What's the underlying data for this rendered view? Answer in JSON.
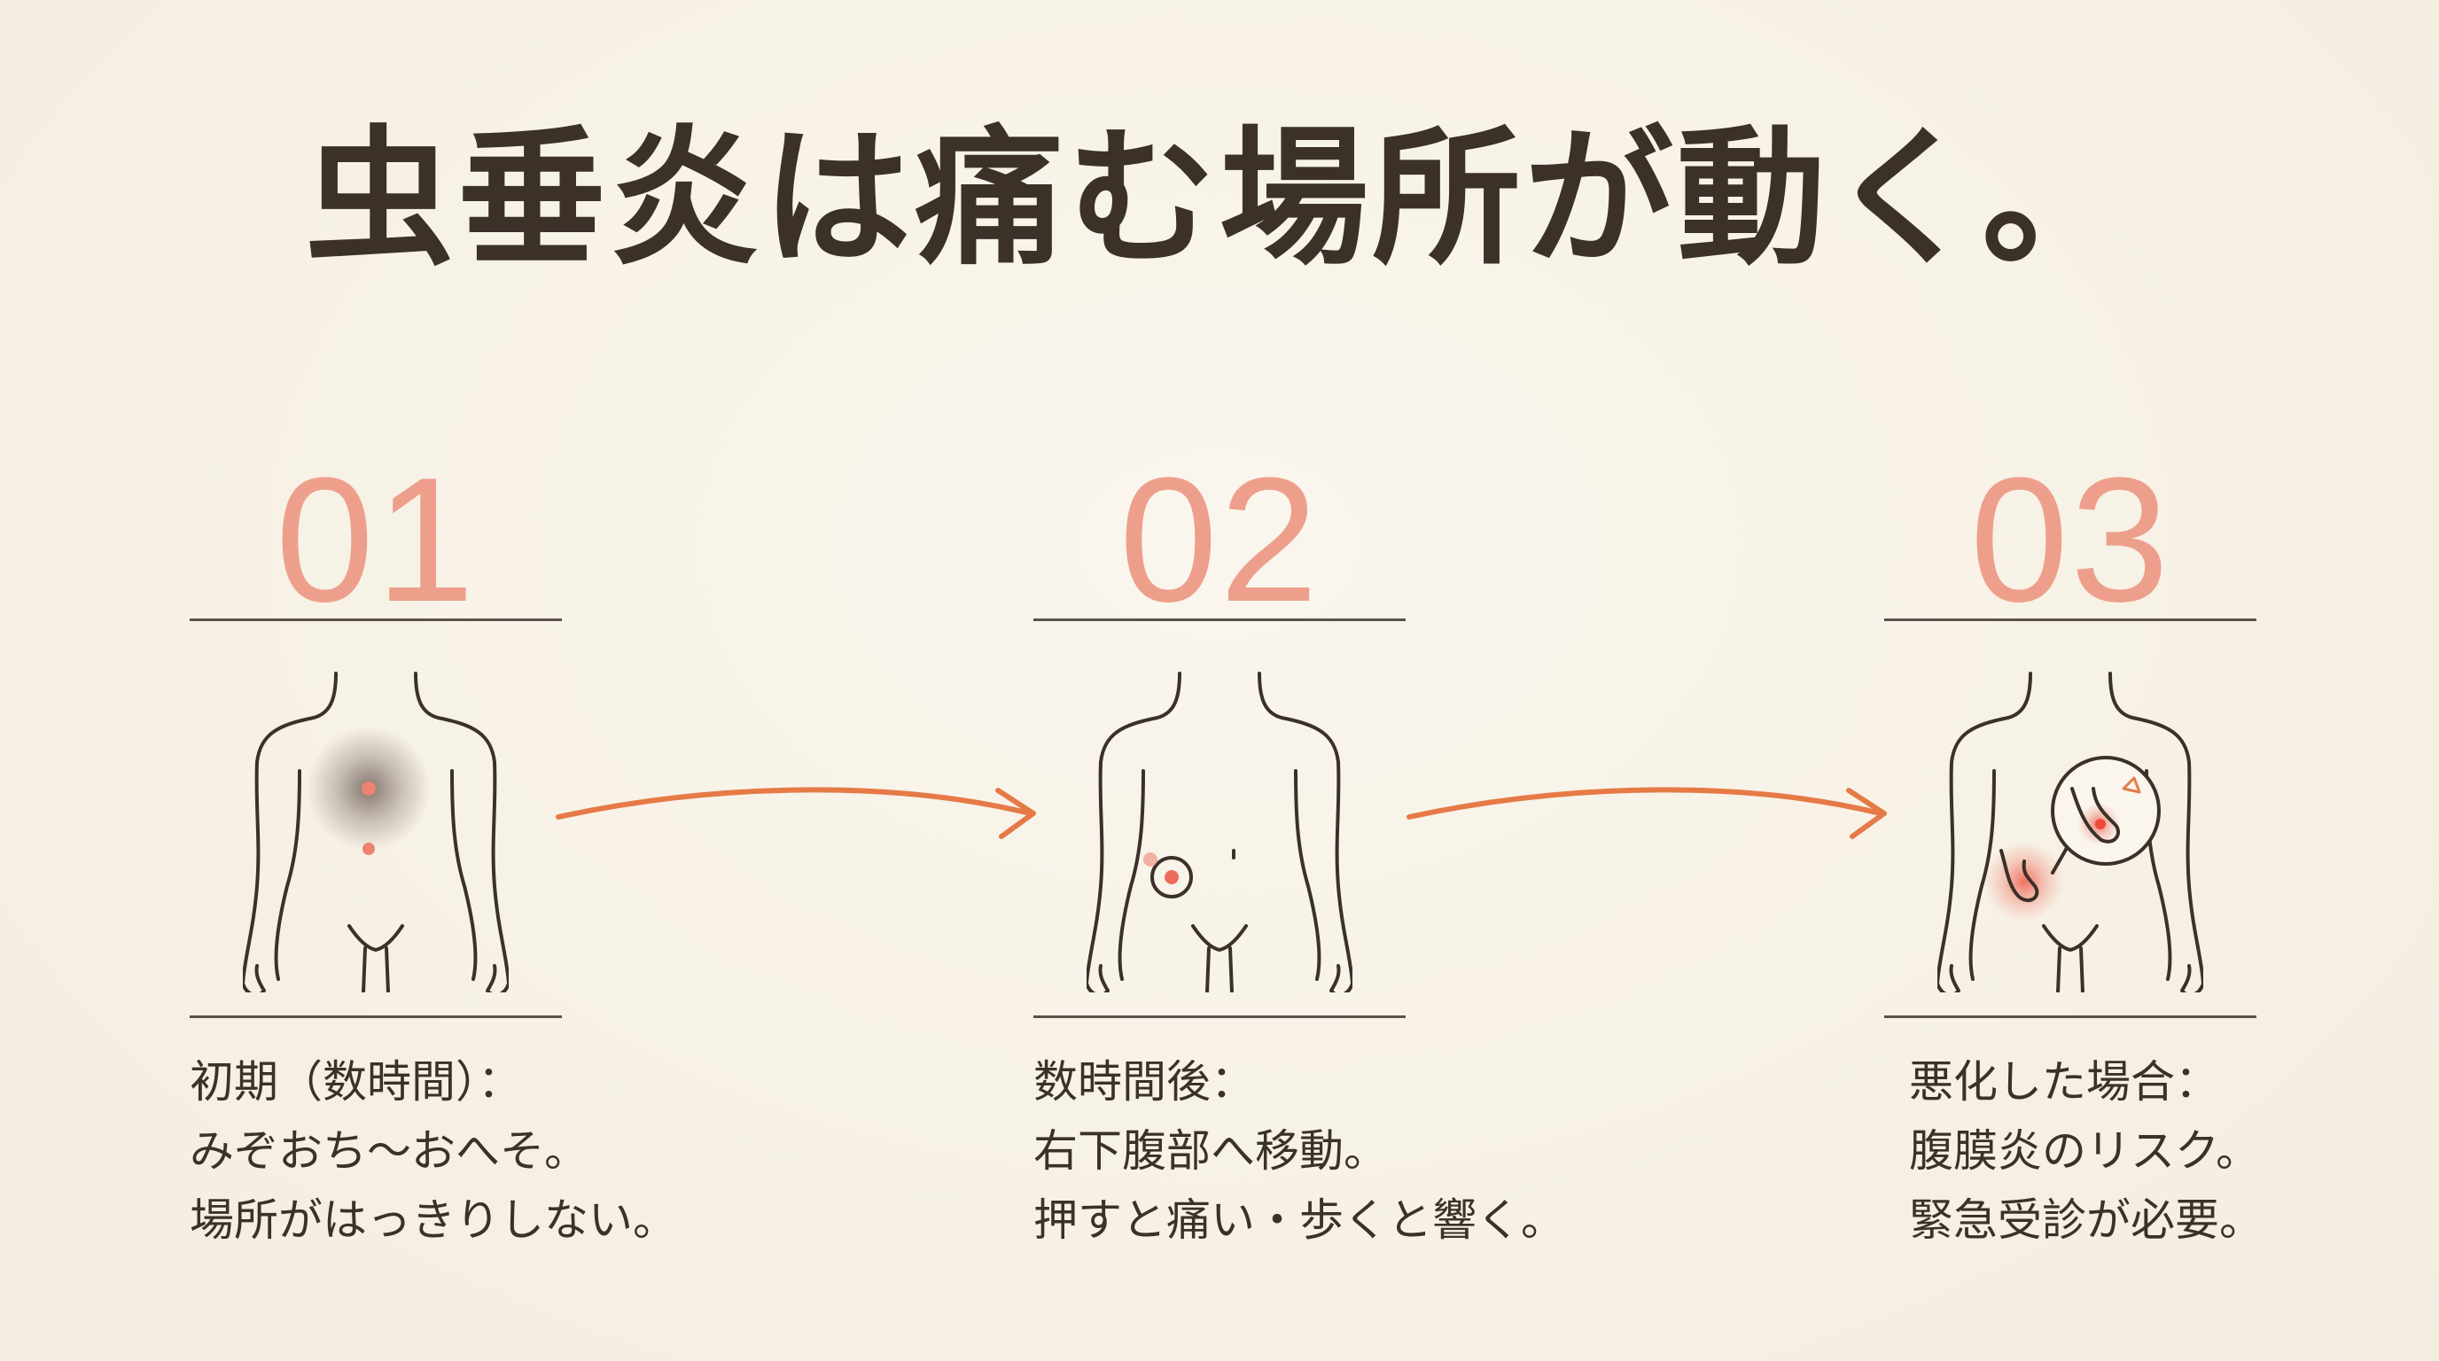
{
  "title": "虫垂炎は痛む場所が動く。",
  "colors": {
    "accent_number": "#ee9f8c",
    "arrow": "#e67a47",
    "pain": "#ee6b5a",
    "text": "#3b3129",
    "line": "#5b524b",
    "background": "#f8f3e9"
  },
  "steps": [
    {
      "number": "01",
      "lines": [
        "初期（数時間）：",
        "みぞおち〜おへそ。",
        "場所がはっきりしない。"
      ]
    },
    {
      "number": "02",
      "lines": [
        "数時間後：",
        "右下腹部へ移動。",
        "押すと痛い・歩くと響く。"
      ]
    },
    {
      "number": "03",
      "lines": [
        "悪化した場合：",
        "腹膜炎のリスク。",
        "緊急受診が必要。"
      ]
    }
  ],
  "icons": {
    "figure": "torso-outline-icon",
    "arrow": "arrow-right-icon",
    "pain": "pain-spot-icon",
    "magnifier": "magnifier-callout-icon"
  }
}
